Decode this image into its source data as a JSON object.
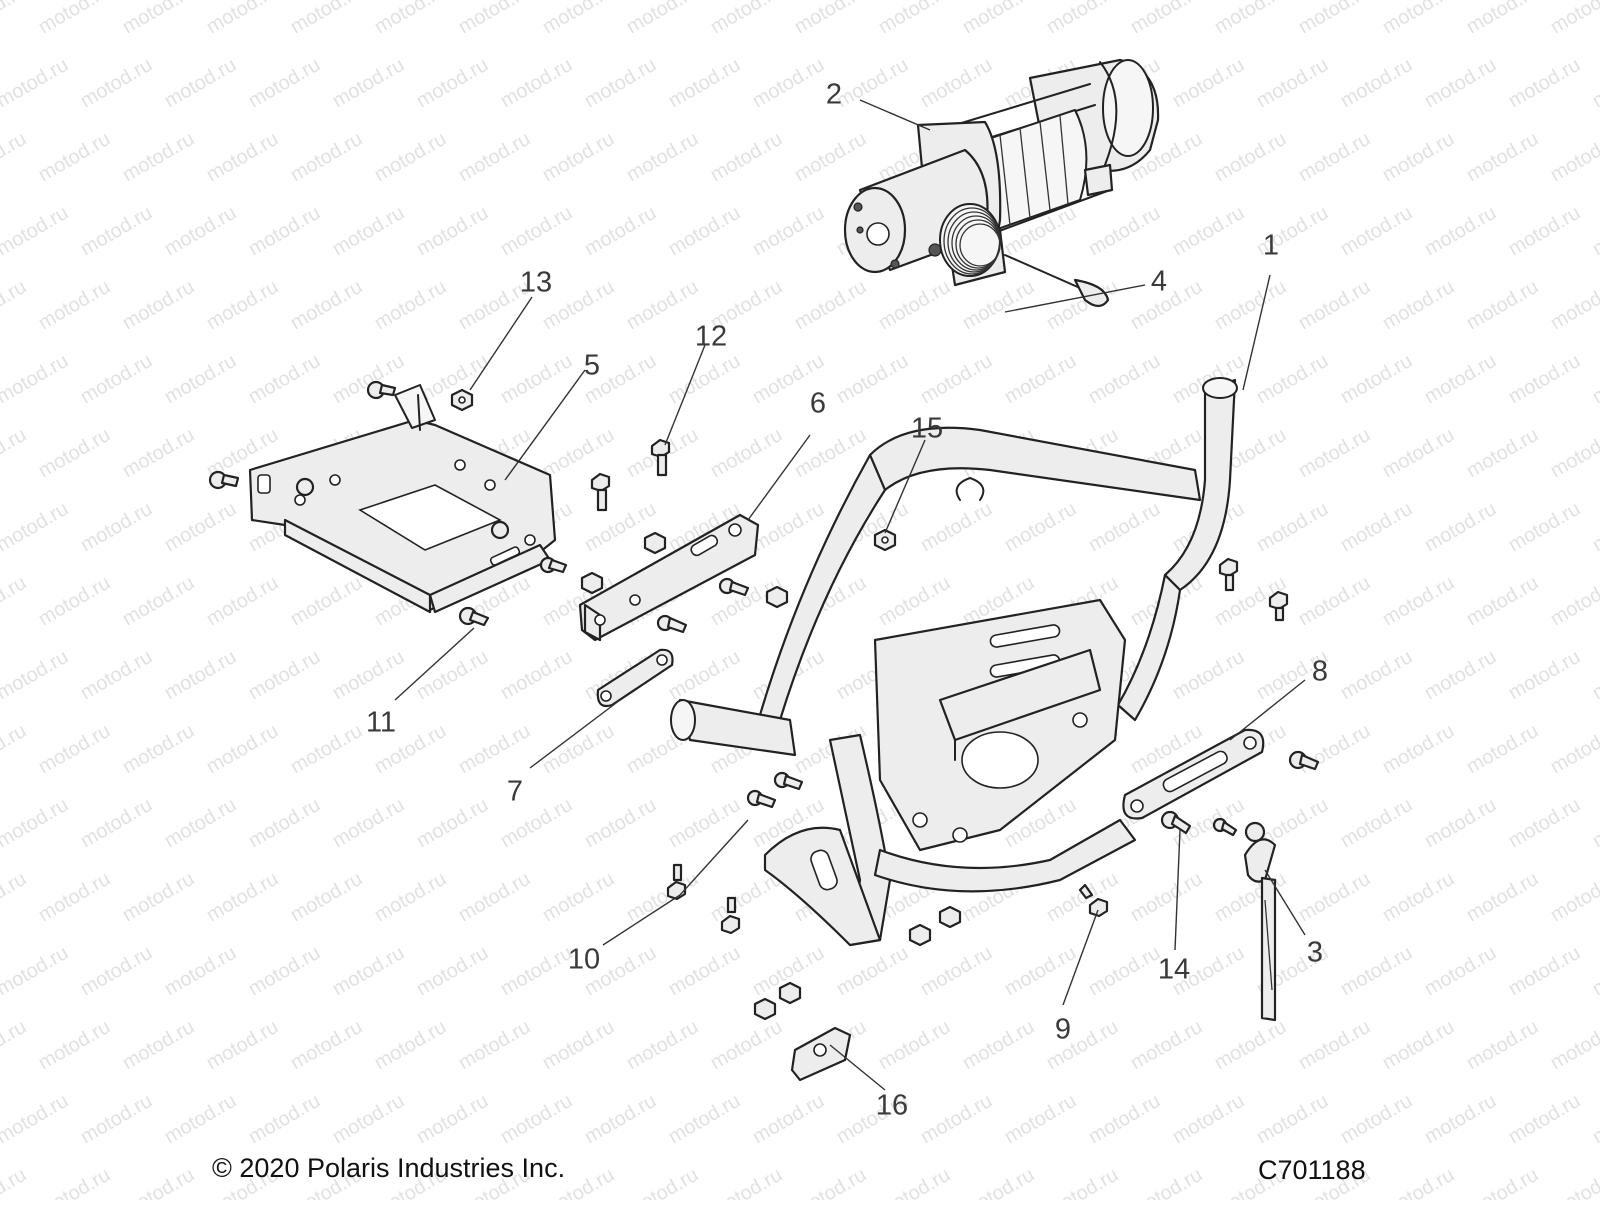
{
  "callouts": [
    {
      "label": "1"
    },
    {
      "label": "2"
    },
    {
      "label": "3"
    },
    {
      "label": "4"
    },
    {
      "label": "5"
    },
    {
      "label": "6"
    },
    {
      "label": "7"
    },
    {
      "label": "8"
    },
    {
      "label": "9"
    },
    {
      "label": "10"
    },
    {
      "label": "11"
    },
    {
      "label": "12"
    },
    {
      "label": "13"
    },
    {
      "label": "14"
    },
    {
      "label": "15"
    },
    {
      "label": "16"
    }
  ],
  "watermark": "motod.ru",
  "footer": {
    "copyright": "© 2020 Polaris Industries Inc.",
    "drawing_id": "C701188"
  }
}
